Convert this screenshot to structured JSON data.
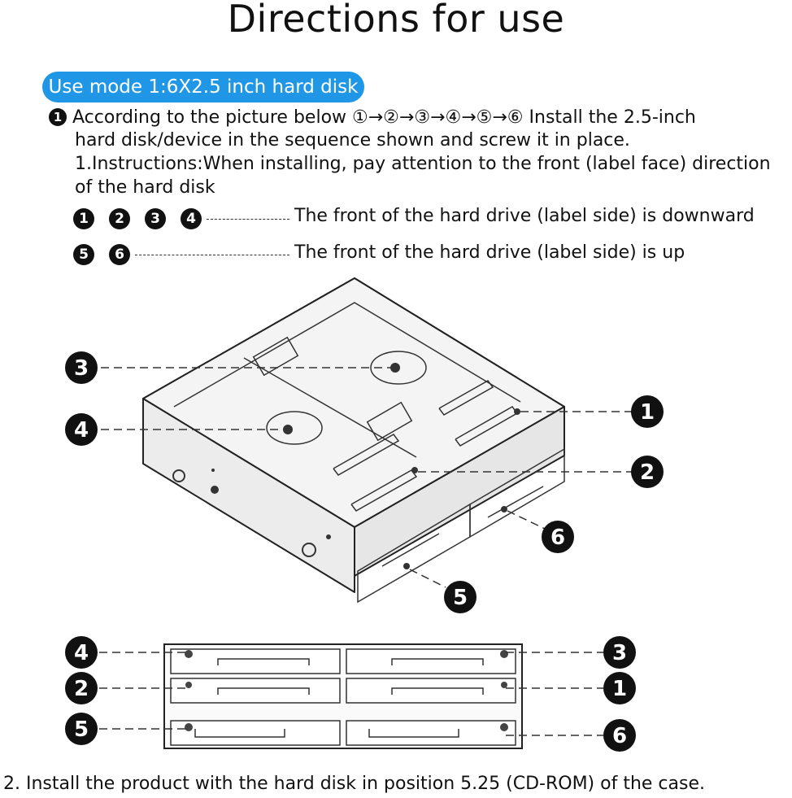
{
  "title": "Directions for use",
  "badge": "Use mode 1:6X2.5 inch hard disk",
  "instructions": {
    "bullet": "❶",
    "line1": "According to the picture below ①→②→③→④→⑤→⑥ Install the 2.5-inch",
    "line2": "hard disk/device in the sequence shown and screw it in place.",
    "line3": "1.Instructions:When installing, pay attention to the front (label face) direction",
    "line4": "of the hard disk"
  },
  "legend": [
    {
      "numbers": [
        "1",
        "2",
        "3",
        "4"
      ],
      "text": "The front of the hard drive (label side) is downward"
    },
    {
      "numbers": [
        "5",
        "6"
      ],
      "text": "The front of the hard drive (label side) is up"
    }
  ],
  "diagram_labels": {
    "iso": [
      "3",
      "4",
      "1",
      "2",
      "6",
      "5"
    ],
    "front_left": [
      "4",
      "2",
      "5"
    ],
    "front_right": [
      "3",
      "1",
      "6"
    ]
  },
  "footer": "2. Install the product with the hard disk in position 5.25 (CD-ROM) of the case."
}
